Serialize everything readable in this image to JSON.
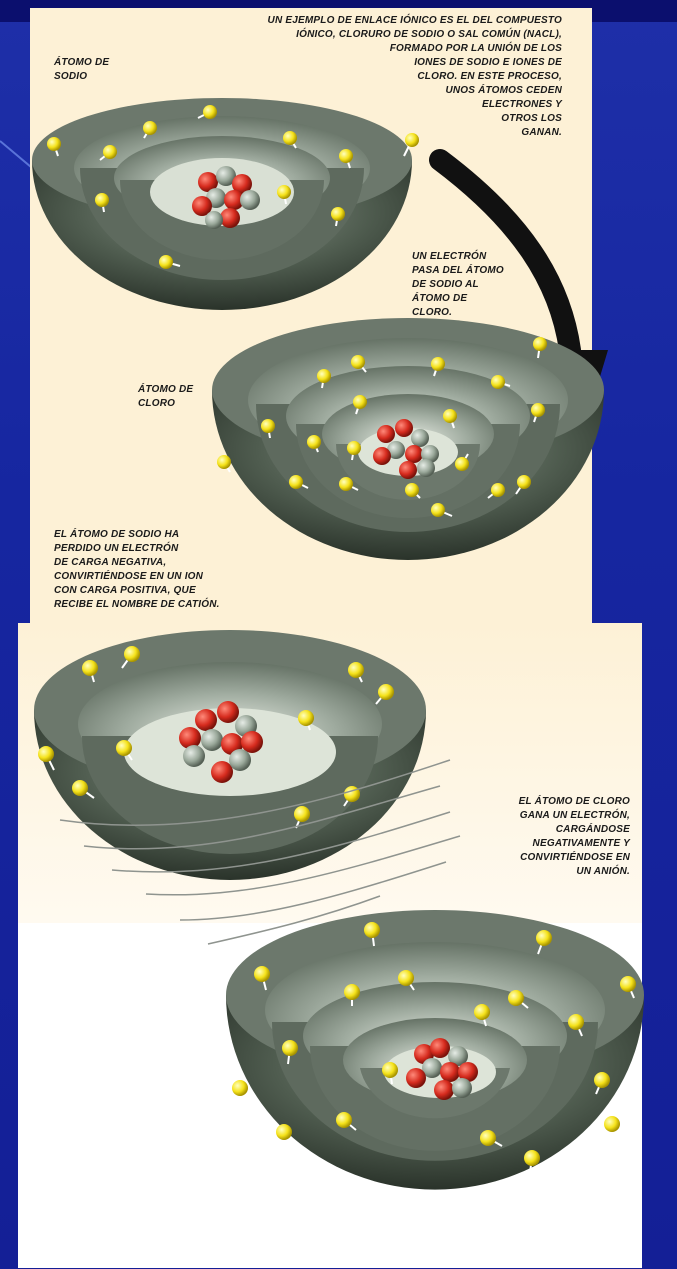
{
  "captions": {
    "intro": [
      "Un ejemplo de enlace iónico es el del compuesto",
      "iónico, cloruro de sodio o sal común (Nacl),",
      "formado por la unión de los",
      "iones de sodio e iones de",
      "cloro. En este proceso,",
      "unos átomos ceden",
      "electrones y",
      "otros los",
      "ganan."
    ],
    "sodium_label": [
      "Átomo de",
      "sodio"
    ],
    "chlorine_label": [
      "Átomo de",
      "cloro"
    ],
    "electron_transfer": [
      "Un electrón",
      "pasa del átomo",
      "de sodio al",
      "átomo de",
      "cloro."
    ],
    "cation": [
      "El átomo de sodio ha",
      "perdido un electrón",
      "de carga negativa,",
      "convirtiéndose en un ion",
      "con carga positiva, que",
      "recibe el nombre de catión."
    ],
    "anion": [
      "El átomo de cloro",
      "gana un electrón,",
      "cargándose",
      "negativamente y",
      "convirtiéndose en",
      "un anión."
    ]
  },
  "colors": {
    "background": "#1a1a8c",
    "panel": "#fdf1d6",
    "shell": "#4f5c4f",
    "electron": "#f5e21a",
    "proton": "#d62b1e",
    "neutron": "#9aa89a"
  }
}
